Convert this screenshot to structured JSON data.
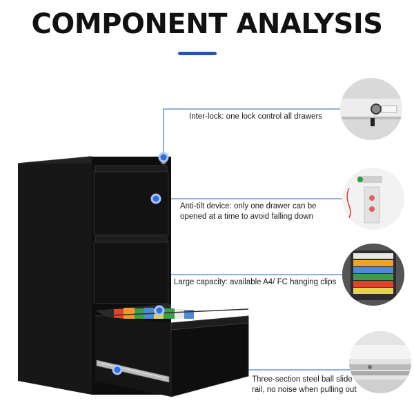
{
  "header": {
    "title": "COMPONENT ANALYSIS"
  },
  "colors": {
    "accent": "#1f56b8",
    "cabinet": "#141414"
  },
  "callouts": [
    {
      "id": "interlock",
      "text": "Inter-lock: one lock control all drawers"
    },
    {
      "id": "anti-tilt",
      "line1": "Anti-tilt device: only one drawer can be",
      "line2": "opened at a time to avoid falling down"
    },
    {
      "id": "capacity",
      "text": "Large capacity: available A4/ FC hanging clips"
    },
    {
      "id": "slide-rail",
      "line1": "Three-section steel ball slide",
      "line2": "rail, no noise when pulling out"
    }
  ]
}
